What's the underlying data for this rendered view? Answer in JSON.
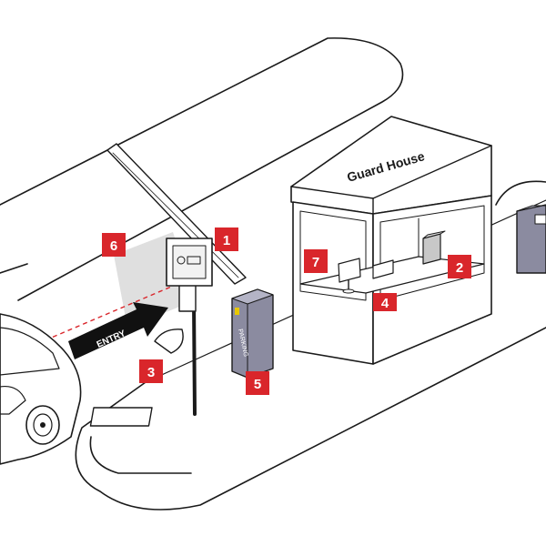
{
  "diagram": {
    "guard_house_label": "Guard House",
    "entry_label": "ENTRY",
    "parking_label": "PARKING",
    "callouts": [
      "1",
      "2",
      "3",
      "4",
      "5",
      "6",
      "7"
    ],
    "colors": {
      "callout_red": "#d9262b",
      "line": "#1a1a1a",
      "barrier_gray": "#8b8ba0",
      "beam_dash": "#d9262b"
    }
  }
}
